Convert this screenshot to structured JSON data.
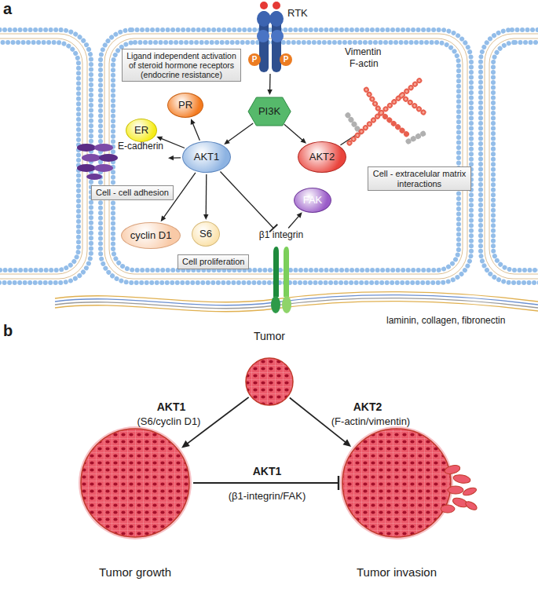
{
  "diagram": {
    "nodes": [
      {
        "text": [
          "RTK"
        ]
      },
      {
        "text": [
          "PI3K"
        ]
      },
      {
        "text": [
          "AKT1"
        ]
      },
      {
        "text": [
          "AKT2"
        ]
      },
      {
        "text": [
          "PR"
        ]
      },
      {
        "text": [
          "ER"
        ]
      },
      {
        "text": [
          "E-cadherin"
        ]
      },
      {
        "text": [
          "cyclin D1"
        ]
      },
      {
        "text": [
          "S6"
        ]
      },
      {
        "text": [
          "FAK"
        ]
      },
      {
        "text": [
          "β1 integrin"
        ]
      },
      {
        "text": [
          "Vimentin",
          "F-actin"
        ]
      },
      {
        "text": [
          "Ligand independent activation of steroid hormone receptors (endocrine resistance)"
        ]
      },
      {
        "text": [
          "Cell - cell adhesion"
        ]
      },
      {
        "text": [
          "Cell proliferation"
        ]
      },
      {
        "text": [
          "Cell - extracelular matrix interactions"
        ]
      },
      {
        "text": [
          "Tumor"
        ]
      },
      {
        "text": [
          "Tumor growth"
        ]
      },
      {
        "text": [
          "Tumor invasion"
        ]
      }
    ],
    "edges": [
      {
        "from": 0,
        "to": 1,
        "arrow": "to"
      },
      {
        "from": 1,
        "to": 2,
        "arrow": "to"
      },
      {
        "from": 1,
        "to": 3,
        "arrow": "to"
      },
      {
        "from": 2,
        "to": 4,
        "arrow": "to"
      },
      {
        "from": 2,
        "to": 5,
        "arrow": "to"
      },
      {
        "from": 2,
        "to": 6,
        "arrow": "to"
      },
      {
        "from": 2,
        "to": 7,
        "arrow": "to"
      },
      {
        "from": 2,
        "to": 8,
        "arrow": "to"
      },
      {
        "from": 2,
        "to": 10,
        "arrow": "to"
      },
      {
        "from": 10,
        "to": 9,
        "arrow": "to"
      },
      {
        "from": 3,
        "to": 11,
        "arrow": "to"
      },
      {
        "from": 16,
        "to": 17,
        "label": "AKT1",
        "arrow": "to"
      },
      {
        "from": 16,
        "to": 18,
        "label": "AKT2",
        "arrow": "to"
      },
      {
        "from": 17,
        "to": 18,
        "label": "AKT1",
        "arrow": "to"
      }
    ],
    "labels": [
      "a",
      "P",
      "P",
      "laminin, collagen, fibronectin",
      "b",
      "(S6/cyclin D1)",
      "(F-actin/vimentin)",
      "(β1-integrin/FAK)"
    ]
  }
}
